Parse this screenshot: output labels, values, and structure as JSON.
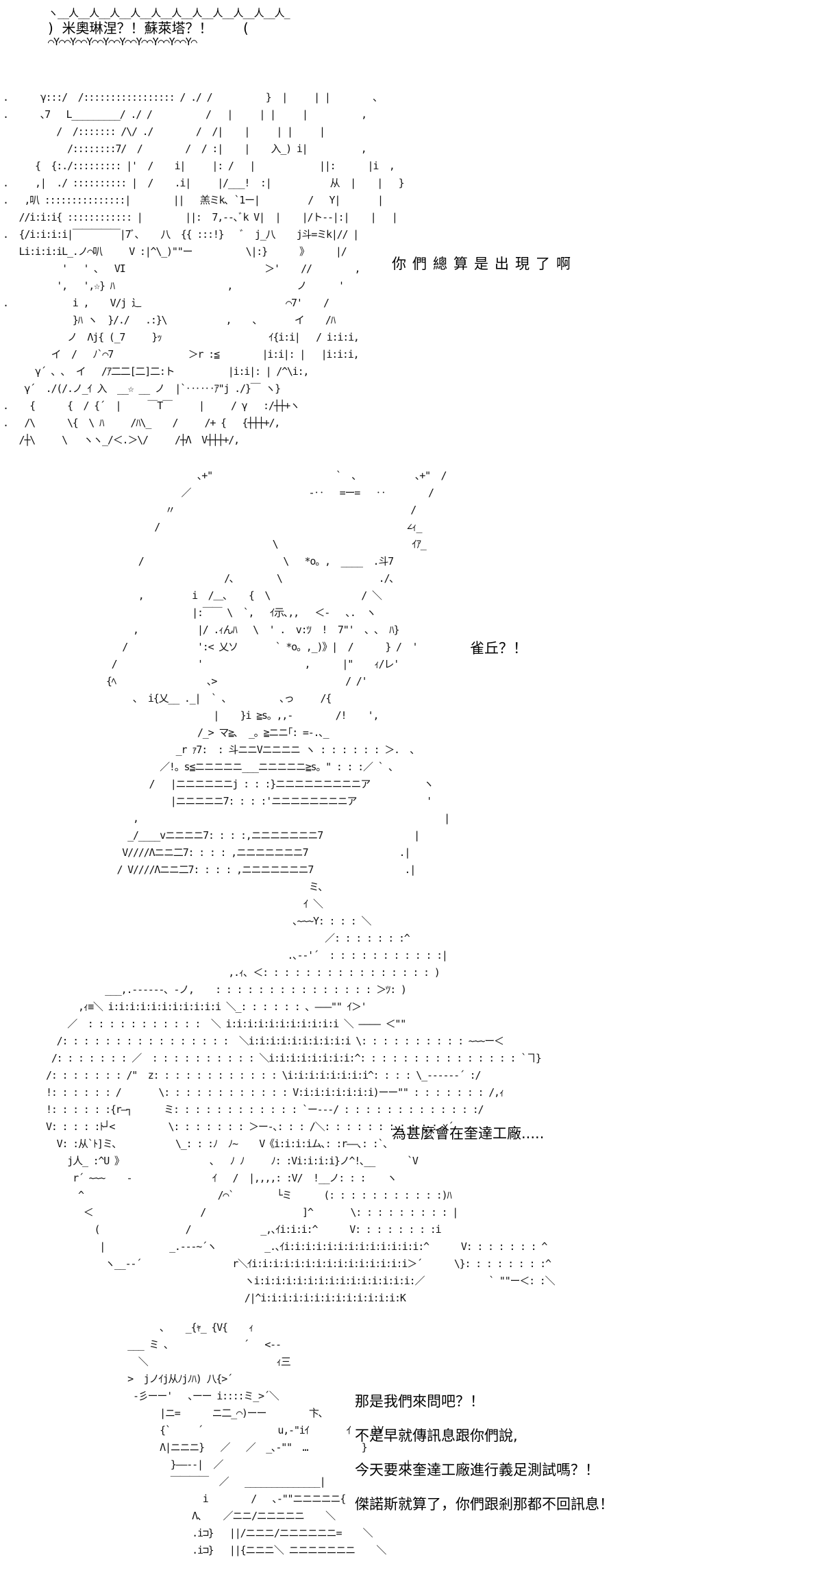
{
  "shout_bubble": {
    "top_edge": "ヽ__人__人__人__人__人__人__人__人__人__人__人_",
    "text": ")  米奧琳涅？！蘇萊塔？！       (",
    "bottom_edge": "⌒Y⌒⌒Y⌒⌒Y⌒⌒Y⌒⌒Y⌒⌒Y⌒⌒Y⌒⌒Y⌒⌒Y⌒"
  },
  "panels": [
    {
      "dialogue": [
        "你們總算是出現了啊"
      ],
      "art": [
        ".      γ:::/  /::::::::::::::::: / ./ /          }  |     | |        ､",
        ".      ､7   L_________/ ./ /          /   |     | |     |          ,",
        "          /  /::::::: /\\/ ./        /  /|    |     | |     |",
        "            /::::::::7/  /        /  / :|    |    入_) i|          ,",
        "      {  {:./::::::::: |'  /    i|     |: /   |            ||:      |i  ,",
        ".     ,|  ./ :::::::::: |  /    .i|     |/___!  :|           从  |    |   }",
        ".   ,叭 :::::::::::::::|        ||   羔ミk､ `1ー|         /   Y|       |",
        "   //i:i:i{ :::::::::::: |        ||:  7,--､ﾞk V|  |    |/ト--|:|    |   |",
        ".  {/i:i:i:i|￣￣￣￣￣|7ﾞ､    八  {{ :::!}   ﾞ  j_八    j斗=ミk|// |",
        "   Li:i:i:iL_.ノ⌒叭     V :|^\\_)\"\"ー          \\|:}      》     |/",
        "           '   ' ､   VI                          ＞'    //        ,",
        "          ',   ',☆} ﾊ                     ,            ノ      '",
        ".            i ,    V/j 辶                           ⌒7'    /",
        "             }ﾊ ヽ  }/./   .:}\\           ,    ､       イ    /ﾊ",
        "            ノ  Λj{ (_7     }ｯ                    ｲ{i:i|   / i:i:i,",
        "         イ  /   ﾉ`⌒7              ＞r :≦        |i:i|: |   |i:i:i,",
        "      γ´ ､ ､  イ   /ｱ二二[二]二:ト          |i:i|: | /^\\i:,",
        "    γ´  ./(/.ノ_ｲ 入  __☆ __ ノ  |`‥‥‥ｱ\"j ./}￣ ヽ}",
        ".    {      {  / {´  |     ￣T￣     |     / γ   :/┼┼+ヽ",
        ".   /\\      \\{  \\ ﾊ     /ﾊ\\_    /     /+ {   {┼┼┼+/,",
        "   /┼\\     \\   ヽヽ_/＜.＞\\/     /┼Λ  V┼┼┼+/,"
      ]
    },
    {
      "dialogue": [
        "雀丘？！"
      ],
      "art": [
        "                        ､+\"                       `  ､           ､+\"  /",
        "                     ／                      -‥   =ー=   ‥        /",
        "                  〃                                            /",
        "                /                                              ∠ｨ_",
        "                                      \\                         ｲｱ_",
        "             /                          \\   *o。,  ____  .斗7",
        "                             /､        \\                  ./､",
        "             ,         i  /＿､    {  \\                 / ＼",
        "                       |:￣￣ \\  `,   ｲ示､,,   ＜-   ､.  ヽ",
        "            ,           |/ .ｨんﾊ   \\  ' .  v:ﾂ  !  7\"'  ､ ､  ﾊ}",
        "          /             ':< 乂ソ       ` *o。,_)》|  /      } /  '",
        "        /               '                   ,      |\"    ｨ/レ'",
        "       {ﾍ                 ､>                        / /'",
        "            ､  i{乂__ ._|  ` ､          ､っ     /{",
        "                           |    }i ≧s。,,-        /!    ',",
        "                        /_> マ≧､  _。≧ニニ｢: =-.､_",
        "                    _r ｧ7:  : 斗ニニVニニニニ ヽ : : : : : : ＞.  ､",
        "                 ／!。s≦ニニニニニ___ニニニニニ≧s。\" : : :／ ` ､",
        "               /   |ニニニニニニj : : :}ニニニニニニニニニア          ヽ",
        "                   |ニニニニニ7: : : :'ニニニニニニニニア             '",
        "            ,                                                         |",
        "           _/____vニニニニ7: : : :,ニニニニニニニ7                 |",
        "          V////Λニニ二7: : : : ,ニニニニニニニ7                 .|",
        "         / V////Λニニ二7: : : : ,ニニニニニニニ7                 .|"
      ]
    },
    {
      "dialogue": [
        "為甚麼會在奎達工廠....."
      ],
      "art": [
        "                                                       ミ､",
        "                                                      ｲ ＼",
        "                                                    ､~~~Y: : : : ＼",
        "                                                          ／: : : : : : :^",
        "                                                   .､-‐'´  : : : : : : : : : : :|",
        "                                        ,.ｨ､ ＜: : : : : : : : : : : : : : : : )",
        "                 ___,.--‐‐‐-､ -ノ,    : : : : : : : : : : : : : : : ＞ﾂ: )",
        "            ,ｨ≡＼ i:i:i:i:i:i:i:i:i:i:i ＼_: : : : : : ､ ―――\"\" ｲ＞'",
        "          ／  : : : : : : : : : : :  ＼ i:i:i:i:i:i:i:i:i:i:i ＼ ―――― ＜\"\"",
        "        /: : : : : : : : : : : : : : : :  ＼i:i:i:i:i:i:i:i:i:i \\: : : : : : : : : : ~~~ー＜",
        "       /: : : : : : : ／  : : : : : : : : : : ＼i:i:i:i:i:i:i:i:^: : : : : : : : : : : : : : : `ヿ}",
        "      /: : : : : : : /\"  z: : : : : : : : : : : : \\i:i:i:i:i:i:i:i^: : : : \\_-‐‐‐‐-´ :/",
        "      !: : : : : : /       \\: : : : : : : : : : : : V:i:i:i:i:i:i:i)ーー\"\" : : : : : : : /,ｨ",
        "      !: : : : : :{r―┐      ミ: : : : : : : : : : : : `ー--‐/ : : : : : : : : : : : : :/",
        "      V: : : : :ﾄ┘<          \\: : : : : : : ＞ー-､: : : /＼: : : : : : : : : : : x´",
        "        V: :从`ﾄ]ミ､           \\_: : :ﾉ  ﾉ~    V《i:i:i:iム､: :r――､: :`､",
        "          j人_ :^U 》                ､   ﾉ ﾉ     ﾉ: :Vi:i:i:i}ノ^!､__      `V",
        "           r´ ~~~    -               ｲ   /  |,,,,: :V/  !__ノ: : :    ヽ",
        "            ^                         /⌒`        └ミ      (: : : : : : : : : : :)ﾊ",
        "             ＜                    /                  ]^       \\: : : : : : : : : |",
        "               (                /             _,､ｲi:i:i:^      V: : : : : : : :i",
        "                |            _.--‐~´ヽ         _.､ｲi:i:i:i:i:i:i:i:i:i:i:i:i:^      V: : : : : : : ^",
        "                 ヽ__-‐´                 r＼ｲi:i:i:i:i:i:i:i:i:i:i:i:i:i:i＞´      \\}: : : : : : : :^",
        "                                           ヽi:i:i:i:i:i:i:i:i:i:i:i:i:i:i:／            ` \"\"ー＜: :＼",
        "                                           /|^i:i:i:i:i:i:i:i:i:i:i:i:i:K"
      ]
    },
    {
      "dialogue": [
        "那是我們來問吧？！",
        "不是早就傳訊息跟你們說,",
        "今天要來奎達工廠進行義足測試嗎？！",
        "傑諾斯就算了，你們跟剎那都不回訊息！"
      ],
      "art": [
        "                 ､    _{ｬ_ {V{    ｨ",
        "           ___ ミ ､              ´   <--",
        "             ＼                        ｨ三",
        "           >  jノｲj从ﾉjﾉﾊ) 八{>´",
        "            -彡ーー'   ､ーー i::::ミ_>´＼",
        "                 |ニ=      ニ二_⌒)ーー        卞､",
        "                 {`     ´              u,-\"iｲ       ｲ    }V",
        "                 Λ|ニニニ}   ／   ／  _､-\"\"  …          }",
        "                   }――--|  ／                                  |",
        "                   ￣￣￣￣  ／   ______________|",
        "                         i        /   ､-\"\"ニニニニニ{",
        "                       Λ､    ／ニニ/ニニニニニ    ＼",
        "                       .i⊐}   ||/ニニニ/ニニニニニニ=    ＼",
        "                       .i⊐}   ||{ニニニ＼ ニニニニニニニ    ＼"
      ]
    }
  ]
}
